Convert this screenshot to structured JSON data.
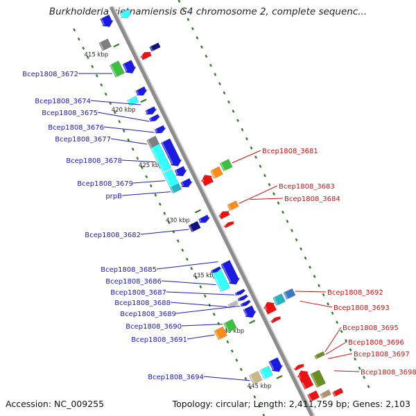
{
  "title": "Burkholderia vietnamiensis G4 chromosome 2, complete sequenc...",
  "accession": "Accession: NC_009255",
  "topology": "Topology: circular; Length: 2,411,759 bp; Genes: 2,103",
  "colors": {
    "backbone": "#8c8c8c",
    "tick": "#2e7d1e",
    "left_label": "#1a1ab4",
    "right_label": "#cc1010"
  },
  "scale_ticks": [
    {
      "kbp": 415,
      "label": "415 kbp"
    },
    {
      "kbp": 420,
      "label": "420 kbp"
    },
    {
      "kbp": 425,
      "label": "425 kbp"
    },
    {
      "kbp": 430,
      "label": "430 kbp"
    },
    {
      "kbp": 435,
      "label": "435 kbp"
    },
    {
      "kbp": 440,
      "label": "440 kbp"
    },
    {
      "kbp": 445,
      "label": "445 kbp"
    }
  ],
  "genes": [
    {
      "pos": 412.5,
      "len": 0.9,
      "lane": -1,
      "color": "#1a1ae0",
      "dir": 1
    },
    {
      "pos": 412.8,
      "len": 0.6,
      "lane": 1,
      "color": "#33ffff",
      "dir": 1
    },
    {
      "pos": 414.2,
      "len": 0.7,
      "lane": -2,
      "color": "#7f7f7f",
      "dir": 0
    },
    {
      "pos": 416.2,
      "len": 1.1,
      "lane": -2,
      "color": "#3fbf3f",
      "dir": 0
    },
    {
      "pos": 416.6,
      "len": 1.0,
      "lane": -1,
      "color": "#1a1ae0",
      "dir": 1
    },
    {
      "pos": 416.5,
      "len": 0.5,
      "lane": 1,
      "color": "#ee1111",
      "dir": -1
    },
    {
      "pos": 416.3,
      "len": 0.4,
      "lane": 2,
      "color": "#101080",
      "dir": 0
    },
    {
      "pos": 419.4,
      "len": 0.5,
      "lane": -2,
      "color": "#33ffff",
      "dir": 0
    },
    {
      "pos": 419.0,
      "len": 0.6,
      "lane": -1,
      "color": "#1a1ae0",
      "dir": 1
    },
    {
      "pos": 420.8,
      "len": 0.5,
      "lane": -1,
      "color": "#1a1ae0",
      "dir": 1
    },
    {
      "pos": 421.5,
      "len": 0.4,
      "lane": -1,
      "color": "#1a1ae0",
      "dir": 1
    },
    {
      "pos": 422.5,
      "len": 0.5,
      "lane": -1,
      "color": "#1a1ae0",
      "dir": 1
    },
    {
      "pos": 423.0,
      "len": 0.7,
      "lane": -2,
      "color": "#7f7f7f",
      "dir": 0
    },
    {
      "pos": 423.7,
      "len": 2.2,
      "lane": -2,
      "color": "#33ffff",
      "dir": 0
    },
    {
      "pos": 423.7,
      "len": 2.3,
      "lane": -1,
      "color": "#1a1ae0",
      "dir": 1
    },
    {
      "pos": 426.0,
      "len": 1.3,
      "lane": -2,
      "color": "#33ffff",
      "dir": 0
    },
    {
      "pos": 426.2,
      "len": 0.7,
      "lane": -1,
      "color": "#1a1ae0",
      "dir": 1
    },
    {
      "pos": 427.3,
      "len": 0.5,
      "lane": -2,
      "color": "#27b3c4",
      "dir": 0
    },
    {
      "pos": 427.3,
      "len": 0.6,
      "lane": -1,
      "color": "#1a1ae0",
      "dir": 1
    },
    {
      "pos": 427.6,
      "len": 0.8,
      "lane": 1,
      "color": "#ee1111",
      "dir": -1
    },
    {
      "pos": 427.5,
      "len": 0.7,
      "lane": 2,
      "color": "#ff8c1a",
      "dir": 0
    },
    {
      "pos": 427.3,
      "len": 0.7,
      "lane": 3,
      "color": "#3fbf3f",
      "dir": 0
    },
    {
      "pos": 430.7,
      "len": 0.6,
      "lane": -2,
      "color": "#101080",
      "dir": 0
    },
    {
      "pos": 430.6,
      "len": 0.5,
      "lane": -1,
      "color": "#1a1ae0",
      "dir": 1
    },
    {
      "pos": 430.9,
      "len": 0.5,
      "lane": 1,
      "color": "#ee1111",
      "dir": -1
    },
    {
      "pos": 430.6,
      "len": 0.5,
      "lane": 2,
      "color": "#ff8c1a",
      "dir": 0
    },
    {
      "pos": 431.9,
      "len": 0.3,
      "lane": 1,
      "color": "#ee1111",
      "dir": -1
    },
    {
      "pos": 434.9,
      "len": 1.8,
      "lane": -2,
      "color": "#33ffff",
      "dir": 0
    },
    {
      "pos": 434.7,
      "len": 2.0,
      "lane": -1,
      "color": "#1a1ae0",
      "dir": 1
    },
    {
      "pos": 434.8,
      "len": 0.3,
      "lane": -2,
      "color": "#1a1ae0",
      "dir": 1
    },
    {
      "pos": 437.3,
      "len": 0.3,
      "lane": -1,
      "color": "#1a1ae0",
      "dir": 1
    },
    {
      "pos": 437.8,
      "len": 0.3,
      "lane": -1,
      "color": "#1a1ae0",
      "dir": 1
    },
    {
      "pos": 437.9,
      "len": 0.3,
      "lane": -2,
      "color": "#bbbbbb",
      "dir": 0
    },
    {
      "pos": 438.3,
      "len": 0.3,
      "lane": -1,
      "color": "#1a1ae0",
      "dir": 1
    },
    {
      "pos": 438.8,
      "len": 0.9,
      "lane": -1,
      "color": "#1a1ae0",
      "dir": 1
    },
    {
      "pos": 439.1,
      "len": 0.9,
      "lane": 1,
      "color": "#ee1111",
      "dir": -1
    },
    {
      "pos": 439.0,
      "len": 0.7,
      "lane": 2,
      "color": "#27b3c4",
      "dir": 0
    },
    {
      "pos": 439.0,
      "len": 0.6,
      "lane": 3,
      "color": "#3a78c2",
      "dir": 0
    },
    {
      "pos": 439.3,
      "len": 0.8,
      "lane": -4,
      "color": "#ff8c1a",
      "dir": 0
    },
    {
      "pos": 439.1,
      "len": 0.8,
      "lane": -3,
      "color": "#3fbf3f",
      "dir": 0
    },
    {
      "pos": 440.5,
      "len": 0.3,
      "lane": 1,
      "color": "#ee1111",
      "dir": -1
    },
    {
      "pos": 443.8,
      "len": 0.8,
      "lane": -3,
      "color": "#c8b98c",
      "dir": 0
    },
    {
      "pos": 443.8,
      "len": 0.8,
      "lane": -2,
      "color": "#33ffff",
      "dir": 0
    },
    {
      "pos": 443.5,
      "len": 1.1,
      "lane": -1,
      "color": "#1a1ae0",
      "dir": 1
    },
    {
      "pos": 444.8,
      "len": 0.3,
      "lane": 1,
      "color": "#ee1111",
      "dir": -1
    },
    {
      "pos": 444.7,
      "len": 0.3,
      "lane": 3,
      "color": "#6b8e23",
      "dir": 0
    },
    {
      "pos": 445.3,
      "len": 0.9,
      "lane": 1,
      "color": "#ee1111",
      "dir": -1
    },
    {
      "pos": 446.2,
      "len": 0.6,
      "lane": 1,
      "color": "#ee1111",
      "dir": 0
    },
    {
      "pos": 445.9,
      "len": 1.2,
      "lane": 2,
      "color": "#6b8e23",
      "dir": 0
    },
    {
      "pos": 447.3,
      "len": 0.6,
      "lane": 1,
      "color": "#ee1111",
      "dir": 0
    },
    {
      "pos": 447.7,
      "len": 0.4,
      "lane": 2,
      "color": "#b09070",
      "dir": 0
    },
    {
      "pos": 448.0,
      "len": 0.4,
      "lane": 3,
      "color": "#ee1111",
      "dir": 0
    }
  ],
  "labels_left": [
    {
      "text": "Bcep1808_3672",
      "pos": 416.9,
      "lane": -2
    },
    {
      "text": "Bcep1808_3674",
      "pos": 420.2,
      "lane": -1
    },
    {
      "text": "Bcep1808_3675",
      "pos": 421.7,
      "lane": -1
    },
    {
      "text": "Bcep1808_3676",
      "pos": 422.7,
      "lane": -1
    },
    {
      "text": "Bcep1808_3677",
      "pos": 423.3,
      "lane": -2
    },
    {
      "text": "Bcep1808_3678",
      "pos": 424.9,
      "lane": -2
    },
    {
      "text": "Bcep1808_3679",
      "pos": 426.6,
      "lane": -2
    },
    {
      "text": "prpB",
      "pos": 427.6,
      "lane": -2
    },
    {
      "text": "Bcep1808_3682",
      "pos": 431.0,
      "lane": -2
    },
    {
      "text": "Bcep1808_3685",
      "pos": 434.4,
      "lane": -1
    },
    {
      "text": "Bcep1808_3686",
      "pos": 436.0,
      "lane": -2
    },
    {
      "text": "Bcep1808_3687",
      "pos": 437.4,
      "lane": -1
    },
    {
      "text": "Bcep1808_3688",
      "pos": 438.0,
      "lane": -2
    },
    {
      "text": "Bcep1808_3689",
      "pos": 438.4,
      "lane": -1
    },
    {
      "text": "Bcep1808_3690",
      "pos": 439.1,
      "lane": -3
    },
    {
      "text": "Bcep1808_3691",
      "pos": 439.6,
      "lane": -4
    },
    {
      "text": "Bcep1808_3694",
      "pos": 444.2,
      "lane": -3
    }
  ],
  "labels_right": [
    {
      "text": "Bcep1808_3681",
      "pos": 427.7,
      "lane": 3
    },
    {
      "text": "Bcep1808_3683",
      "pos": 430.9,
      "lane": 2
    },
    {
      "text": "Bcep1808_3684",
      "pos": 431.0,
      "lane": 3
    },
    {
      "text": "Bcep1808_3692",
      "pos": 439.3,
      "lane": 3
    },
    {
      "text": "Bcep1808_3693",
      "pos": 440.2,
      "lane": 3
    },
    {
      "text": "Bcep1808_3695",
      "pos": 444.8,
      "lane": 3
    },
    {
      "text": "Bcep1808_3696",
      "pos": 445.0,
      "lane": 3
    },
    {
      "text": "Bcep1808_3697",
      "pos": 445.4,
      "lane": 3
    },
    {
      "text": "Bcep1808_3698",
      "pos": 446.5,
      "lane": 3
    }
  ]
}
